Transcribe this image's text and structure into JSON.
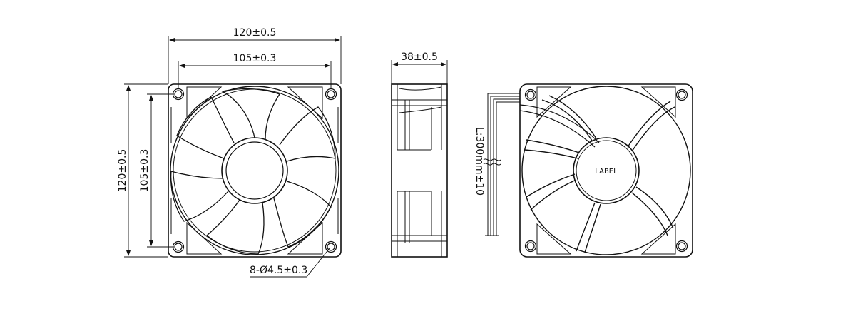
{
  "front_view": {
    "overall_width": "120±0.5",
    "hole_spacing_width": "105±0.3",
    "overall_height": "120±0.5",
    "hole_spacing_height": "105±0.3",
    "mounting_holes": "8-Ø4.5±0.3"
  },
  "side_view": {
    "thickness": "38±0.5"
  },
  "rear_view": {
    "lead_length": "L:300mm±10",
    "label_text": "LABEL"
  },
  "colors": {
    "line": "#111111",
    "background": "#ffffff"
  }
}
